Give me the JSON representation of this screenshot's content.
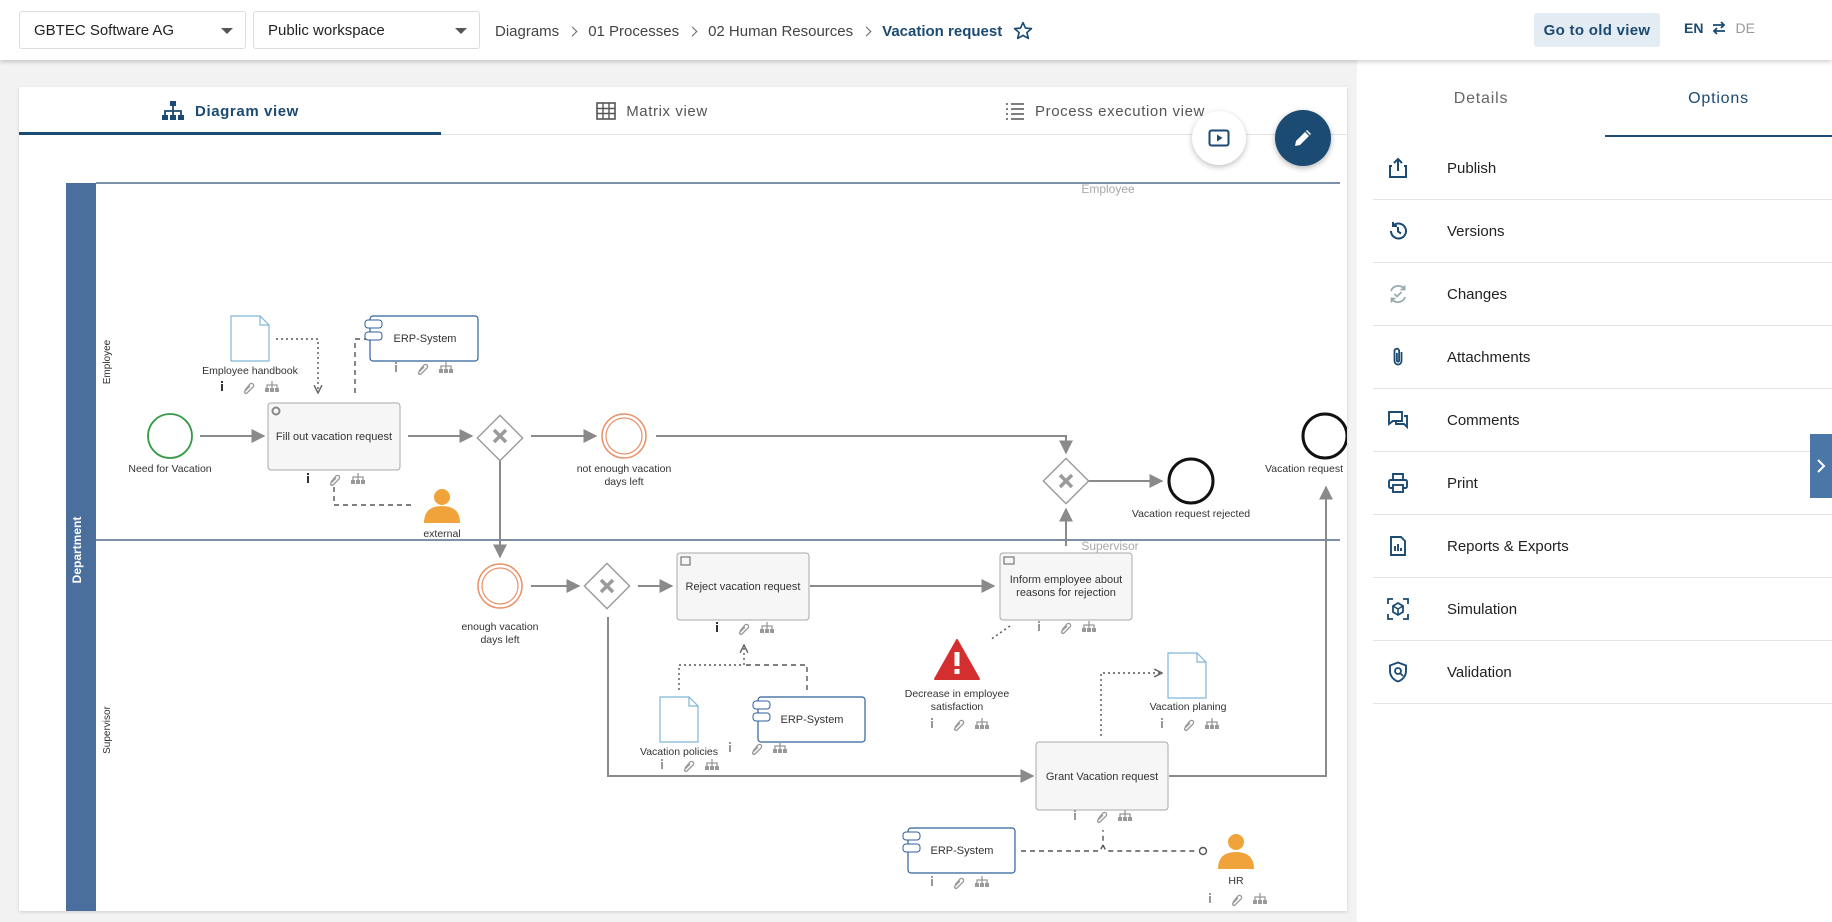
{
  "header": {
    "org_select": "GBTEC Software AG",
    "workspace_select": "Public workspace",
    "breadcrumb": [
      "Diagrams",
      "01 Processes",
      "02 Human Resources"
    ],
    "current": "Vacation request",
    "old_view_button": "Go to old view",
    "lang_en": "EN",
    "lang_de": "DE"
  },
  "view_tabs": [
    "Diagram view",
    "Matrix view",
    "Process execution view"
  ],
  "diagram": {
    "pool_label": "Department",
    "lane_employee": "Employee",
    "lane_supervisor": "Supervisor",
    "lane_employee_overlay": "Employee",
    "lane_supervisor_overlay": "Supervisor",
    "start_event": "Need for Vacation",
    "task_fill_out": "Fill out vacation request",
    "doc_handbook": "Employee handbook",
    "sys_erp_1": "ERP-System",
    "role_external": "external",
    "event_not_enough_1": "not enough vacation",
    "event_not_enough_2": "days left",
    "event_enough_1": "enough vacation",
    "event_enough_2": "days left",
    "end_rejected": "Vacation request rejected",
    "end_approved": "Vacation request",
    "task_reject": "Reject vacation request",
    "task_inform_1": "Inform employee about",
    "task_inform_2": "reasons for rejection",
    "risk_1": "Decrease in employee",
    "risk_2": "satisfaction",
    "doc_policies": "Vacation policies",
    "sys_erp_2": "ERP-System",
    "doc_planing": "Vacation planing",
    "task_grant": "Grant Vacation request",
    "sys_erp_3": "ERP-System",
    "role_hr": "HR"
  },
  "side_tabs": [
    "Details",
    "Options"
  ],
  "options": [
    {
      "label": "Publish",
      "icon": "share-icon"
    },
    {
      "label": "Versions",
      "icon": "history-icon"
    },
    {
      "label": "Changes",
      "icon": "changes-icon"
    },
    {
      "label": "Attachments",
      "icon": "paperclip-icon"
    },
    {
      "label": "Comments",
      "icon": "comments-icon"
    },
    {
      "label": "Print",
      "icon": "printer-icon"
    },
    {
      "label": "Reports & Exports",
      "icon": "report-icon"
    },
    {
      "label": "Simulation",
      "icon": "simulation-icon"
    },
    {
      "label": "Validation",
      "icon": "shield-icon"
    }
  ],
  "colors": {
    "primary": "#1b4a72",
    "pool": "#4a6f9c",
    "event_orange": "#e8926a",
    "start_green": "#3a9a4a",
    "risk_red": "#d32f2f",
    "role_orange": "#f0a33a"
  }
}
